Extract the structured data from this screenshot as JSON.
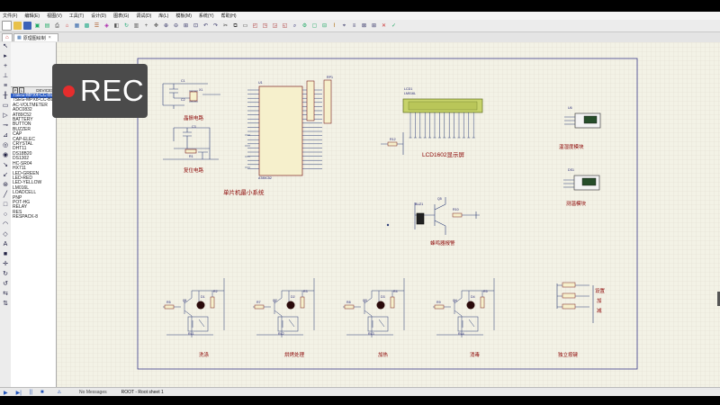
{
  "menu": {
    "items": [
      "文件(F)",
      "编辑(E)",
      "视图(V)",
      "工具(T)",
      "设计(D)",
      "图表(G)",
      "调试(D)",
      "库(L)",
      "模板(M)",
      "系统(Y)",
      "帮助(H)"
    ]
  },
  "tabs": [
    "原理图绘制"
  ],
  "device_panel": {
    "header_p": "P",
    "header_l": "L",
    "header_title": "DEVICES",
    "items": [
      "7SEG-MPX4-CC-BLUE",
      "7SEG-MPX8-CC-BLUE",
      "AC-VOLTMETER",
      "ADC0832",
      "AT89C52",
      "BATTERY",
      "BUTTON",
      "BUZZER",
      "CAP",
      "CAP-ELEC",
      "CRYSTAL",
      "DHT11",
      "DS18B20",
      "DS1302",
      "HC-SR04",
      "HX711",
      "LED-GREEN",
      "LED-RED",
      "LED-YELLOW",
      "LM016L",
      "LOADCELL",
      "PNP",
      "POT-HG",
      "RELAY",
      "RES",
      "RESPACK-8"
    ],
    "selected_index": 0
  },
  "schematic": {
    "labels": {
      "mcu_system": "单片机最小系统",
      "crystal": "晶振电路",
      "reset": "复位电路",
      "lcd": "LCD1602显示屏",
      "temperature": "温湿度模块",
      "ranging": "测温模块",
      "buzzer": "蜂鸣器报警",
      "relay1": "洗涤",
      "relay2": "烘烤处理",
      "relay3": "加热",
      "relay4": "消毒",
      "buttons": "独立按键",
      "btn_set": "设置",
      "btn_add": "加",
      "btn_sub": "减"
    },
    "refs": {
      "u1": "U1",
      "u1_type": "AT89C52",
      "rp1": "RP1",
      "lcd1": "LCD1",
      "lcd1_type": "LM016L",
      "u6": "U6",
      "ds1": "DS1",
      "c1": "C1",
      "c2": "C2",
      "c3": "C3",
      "x1": "X1",
      "r1": "R1",
      "r12": "R12",
      "q5": "Q5",
      "r10": "R10",
      "buzzer": "BUZ1",
      "relay_parts": [
        {
          "q": "Q1",
          "r": "R5",
          "d": "D1",
          "rc": "R2",
          "rl": "RL1",
          "rl_type": "LED-RED"
        },
        {
          "q": "Q2",
          "r": "R7",
          "d": "D2",
          "rc": "R3",
          "rl": "RL2",
          "rl_type": "LED-RED"
        },
        {
          "q": "Q3",
          "r": "R8",
          "d": "D3",
          "rc": "R4",
          "rl": "RL3",
          "rl_type": "LED-RED"
        },
        {
          "q": "Q4",
          "r": "R9",
          "d": "D4",
          "rc": "R5",
          "rl": "RL4",
          "rl_type": "LED-RED"
        }
      ]
    }
  },
  "status": {
    "message": "No Messages",
    "location": "ROOT - Root sheet 1"
  },
  "overlay": {
    "rec_text": "REC"
  },
  "colors": {
    "canvas_bg": "#f3f2e6",
    "grid": "#dddccc",
    "wire": "#2f3f7a",
    "component": "#7b1f1f",
    "label": "#8a0000",
    "lcd_screen": "#c7d36a",
    "rec_dot": "#e52d2d"
  }
}
